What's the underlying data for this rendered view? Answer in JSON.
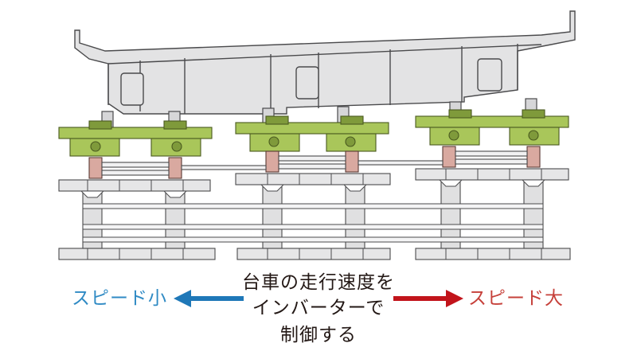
{
  "caption": {
    "line1": "台車の走行速度を",
    "line2": "インバーターで",
    "line3": "制御する"
  },
  "left_label": {
    "text": "スピード小",
    "color": "#2f8ac4"
  },
  "right_label": {
    "text": "スピード大",
    "color": "#c6403a"
  },
  "colors": {
    "girder": "#e3e3e4",
    "outline": "#4a4a4c",
    "bogie": "#a9c65a",
    "bogie_dark": "#7f9a3b",
    "jack": "#d9a9a0",
    "block": "#e6e6e7",
    "arrow_left": "#1f78b8",
    "arrow_right": "#c2141b"
  }
}
